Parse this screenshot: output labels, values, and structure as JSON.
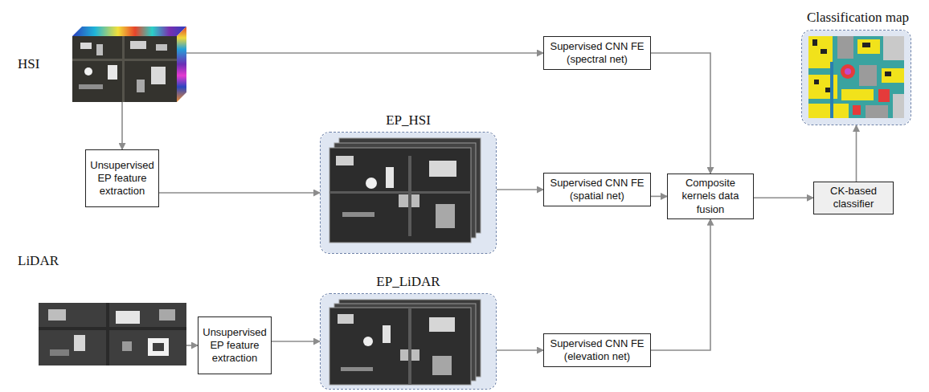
{
  "diagram": {
    "nodes": [
      {
        "text": [
          "HSI"
        ]
      },
      {
        "text": [
          "Supervised CNN FE (spectral net)"
        ]
      },
      {
        "text": [
          "Classification map"
        ]
      },
      {
        "text": [
          "Unsupervised EP feature extraction"
        ]
      },
      {
        "text": [
          "EP_HSI"
        ]
      },
      {
        "text": [
          "Supervised CNN FE (spatial net)"
        ]
      },
      {
        "text": [
          "Composite kernels data fusion"
        ]
      },
      {
        "text": [
          "CK-based classifier"
        ]
      },
      {
        "text": [
          "LiDAR"
        ]
      },
      {
        "text": [
          "Unsupervised EP feature extraction"
        ]
      },
      {
        "text": [
          "EP_LiDAR"
        ]
      },
      {
        "text": [
          "Supervised CNN FE (elevation net)"
        ]
      }
    ],
    "edges": [
      {
        "from": 0,
        "to": 1,
        "arrow": "to"
      },
      {
        "from": 0,
        "to": 3,
        "arrow": "to"
      },
      {
        "from": 3,
        "to": 4,
        "arrow": "to"
      },
      {
        "from": 4,
        "to": 5,
        "arrow": "to"
      },
      {
        "from": 1,
        "to": 6,
        "arrow": "to"
      },
      {
        "from": 5,
        "to": 6,
        "arrow": "to"
      },
      {
        "from": 11,
        "to": 6,
        "arrow": "to"
      },
      {
        "from": 6,
        "to": 7,
        "arrow": "to"
      },
      {
        "from": 7,
        "to": 2,
        "arrow": "to"
      },
      {
        "from": 8,
        "to": 9,
        "arrow": "to"
      },
      {
        "from": 9,
        "to": 10,
        "arrow": "to"
      },
      {
        "from": 10,
        "to": 11,
        "arrow": "to"
      }
    ]
  }
}
